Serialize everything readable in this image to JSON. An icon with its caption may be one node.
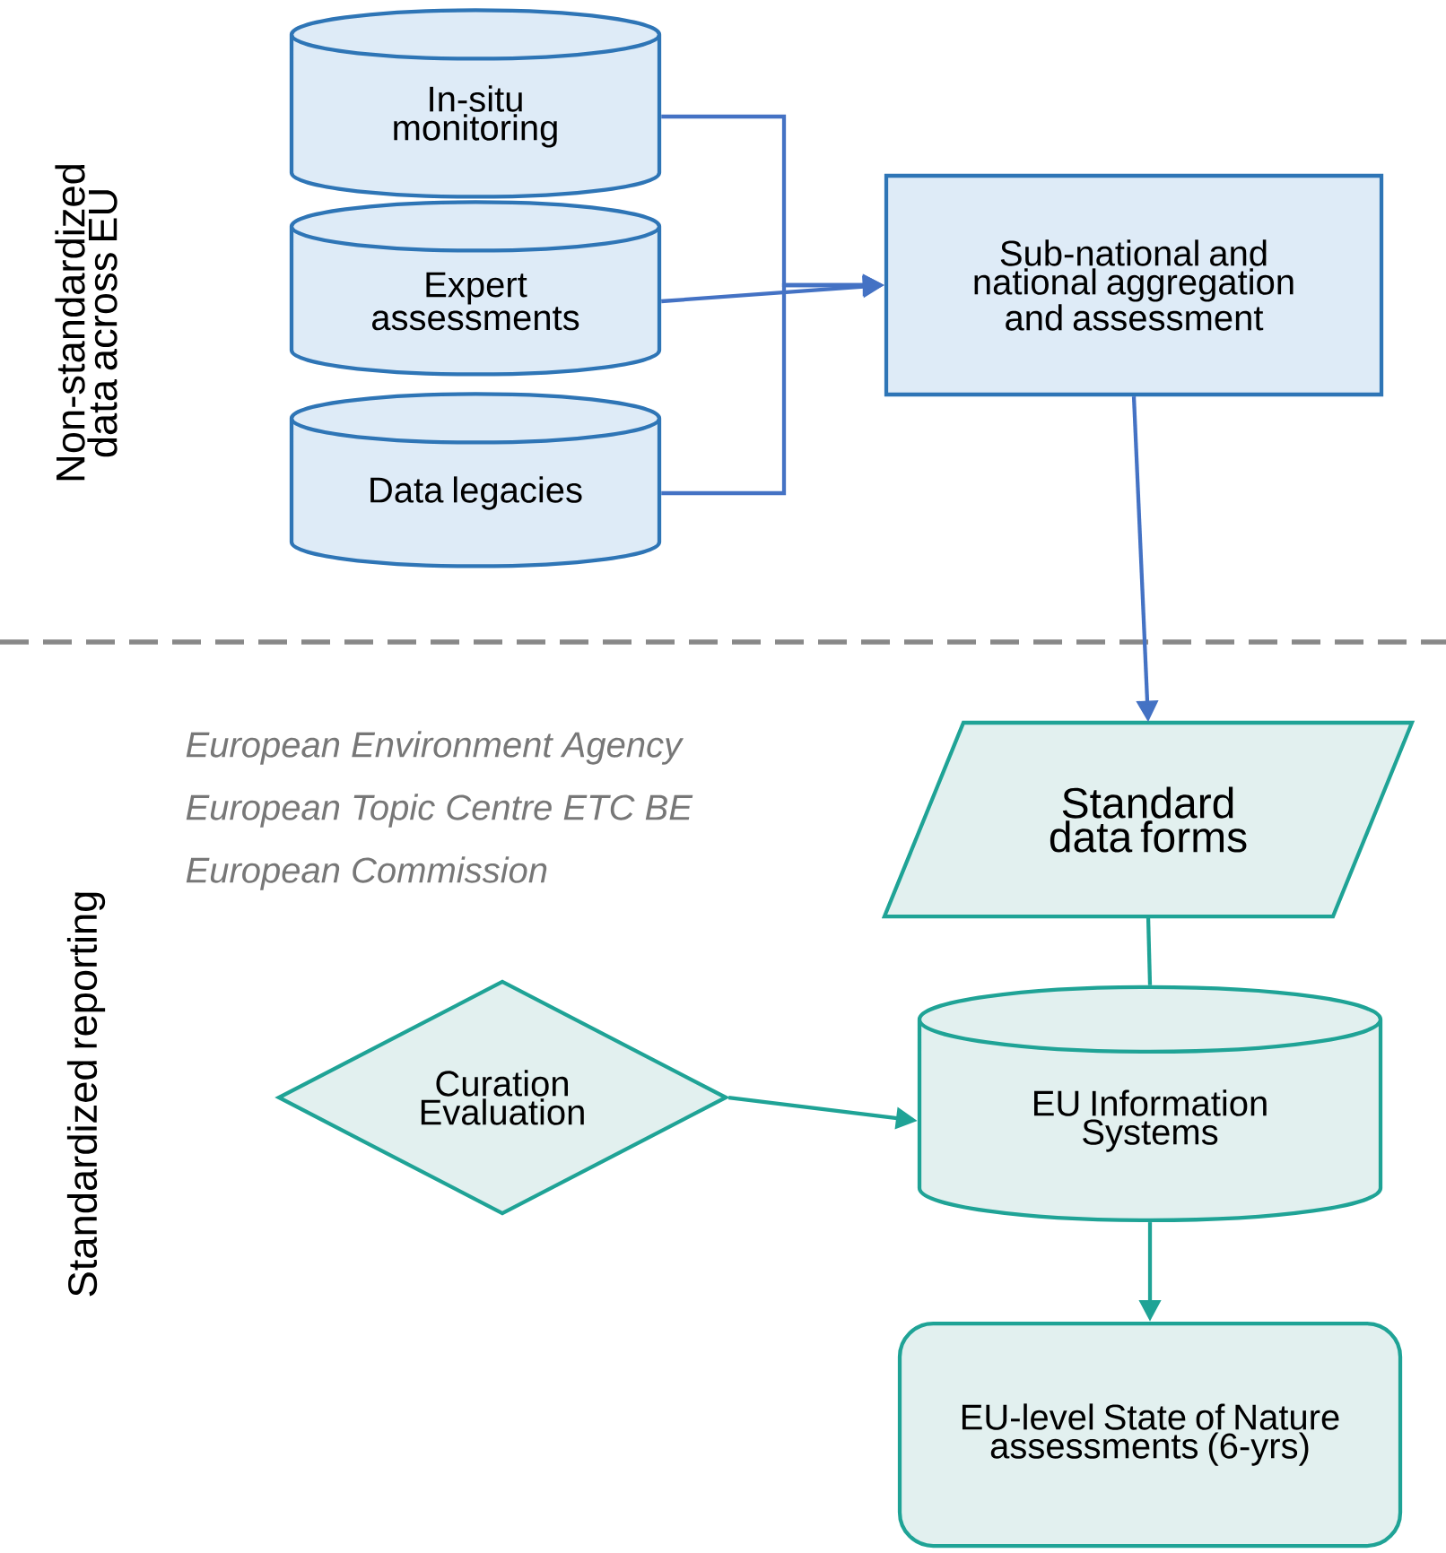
{
  "diagram": {
    "nodes": [
      {
        "text": [
          "In-situ monitoring"
        ]
      },
      {
        "text": [
          "Expert assessments"
        ]
      },
      {
        "text": [
          "Data legacies"
        ]
      },
      {
        "text": [
          "Sub-national and national aggregation and assessment"
        ]
      },
      {
        "text": [
          "Standard data forms"
        ]
      },
      {
        "text": [
          "Curation Evaluation"
        ]
      },
      {
        "text": [
          "EU Information Systems"
        ]
      },
      {
        "text": [
          "EU-level State of Nature assessments (6-yrs)"
        ]
      }
    ],
    "edges": [
      {
        "from": 0,
        "to": 3,
        "arrow": "to"
      },
      {
        "from": 1,
        "to": 3,
        "arrow": "to"
      },
      {
        "from": 2,
        "to": 3,
        "arrow": "to"
      },
      {
        "from": 3,
        "to": 4,
        "arrow": "to"
      },
      {
        "from": 4,
        "to": 6,
        "arrow": "none",
        "color": "#1fa396"
      },
      {
        "from": 5,
        "to": 6,
        "arrow": "to",
        "color": "#1fa396"
      },
      {
        "from": 6,
        "to": 7,
        "arrow": "to",
        "color": "#1fa396"
      }
    ],
    "labels": [
      "Non-standardized data across EU",
      "Standardized reporting",
      "European Environment Agency",
      "European Topic Centre ETC BE",
      "European Commission"
    ]
  }
}
